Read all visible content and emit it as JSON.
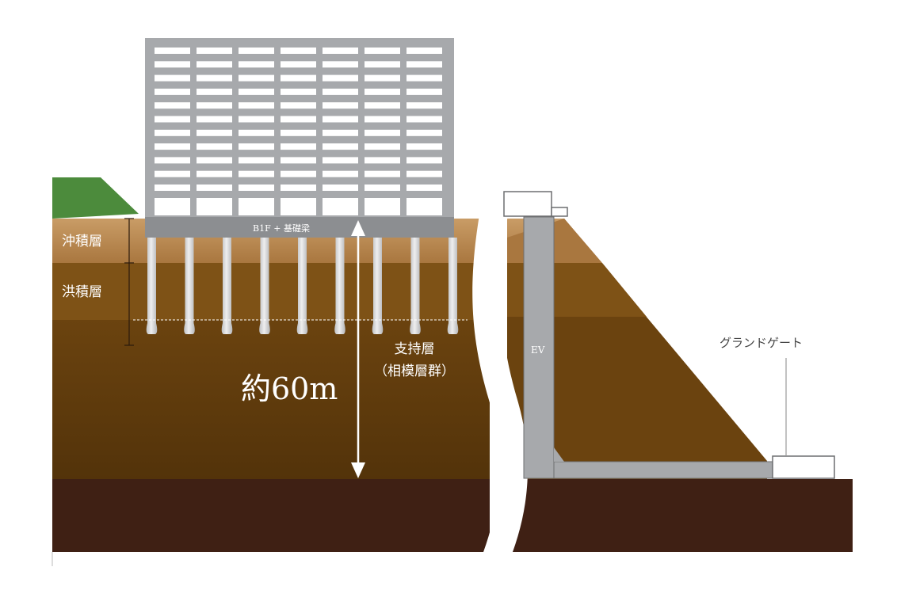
{
  "labels": {
    "alluvium": "沖積層",
    "diluvium": "洪積層",
    "foundation": "B1F + 基礎梁",
    "depth": "約60m",
    "bearing_line1": "支持層",
    "bearing_line2": "（相模層群）",
    "elevator": "EV",
    "ground_gate": "グランドゲート"
  },
  "colors": {
    "grass": "#4c8b3c",
    "alluvium_top": "#c89a63",
    "alluvium_bottom": "#a8763f",
    "diluvium": "#7e5216",
    "bearing_top": "#6a420f",
    "bearing_bottom": "#533209",
    "bedrock": "#3f2014",
    "building": "#a7a9ac",
    "window": "#ffffff",
    "slab": "#8c8e91",
    "pile": "#d4d5d7",
    "label_on_soil": "#ffffff",
    "label_on_white": "#444444"
  },
  "icons": {
    "depth_arrow": "double-headed-vertical-arrow",
    "section_break": "wavy-break-line"
  },
  "counts": {
    "window_columns": 7,
    "window_rows": 12,
    "piles": 9
  }
}
